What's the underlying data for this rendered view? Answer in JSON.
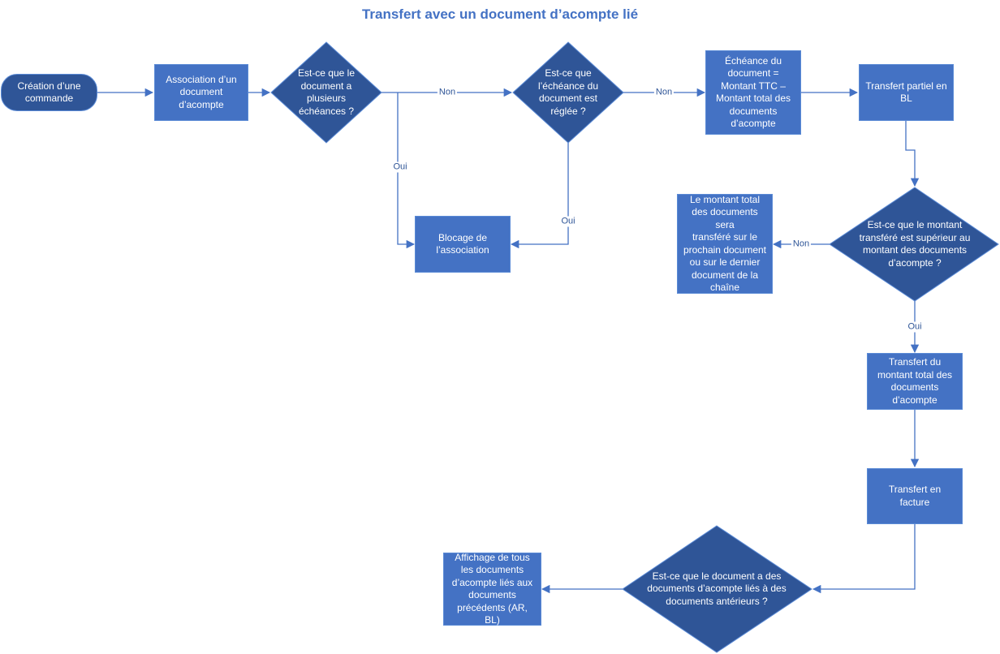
{
  "title": "Transfert avec un document d’acompte lié",
  "colors": {
    "node_fill": "#4472c4",
    "start_fill": "#2f5597",
    "decision_fill": "#2f5597",
    "edge": "#4472c4",
    "label_text": "#2f5597",
    "title": "#4472c4"
  },
  "nodes": {
    "start": "Création d’une\ncommande",
    "association": "Association d’un\ndocument\nd’acompte",
    "q_plusieurs_echeances": "Est-ce que le\ndocument a\nplusieurs\néchéances ?",
    "q_echeance_reglee": "Est-ce que\nl’échéance du\ndocument est\nréglée ?",
    "echeance_calc": "Échéance du\ndocument =\nMontant TTC –\nMontant total des\ndocuments\nd’acompte",
    "transfert_partiel": "Transfert partiel en\nBL",
    "blocage": "Blocage de\nl’association",
    "q_montant_superieur": "Est-ce que le montant\ntransféré est supérieur au\nmontant des documents\nd’acompte ?",
    "montant_reporte": "Le montant total\ndes documents sera\ntransféré sur le\nprochain document\nou sur le dernier\ndocument de la\nchaîne",
    "transfert_total": "Transfert du\nmontant total des\ndocuments\nd’acompte",
    "transfert_facture": "Transfert en facture",
    "q_documents_anterieurs": "Est-ce que le document a des\ndocuments d’acompte liés à des\ndocuments antérieurs ?",
    "affichage": "Affichage de tous\nles documents\nd’acompte liés aux\ndocuments\nprécédents (AR, BL)"
  },
  "edge_labels": {
    "non_1": "Non",
    "non_2": "Non",
    "oui_1": "Oui",
    "oui_2": "Oui",
    "non_3": "Non",
    "oui_3": "Oui"
  }
}
